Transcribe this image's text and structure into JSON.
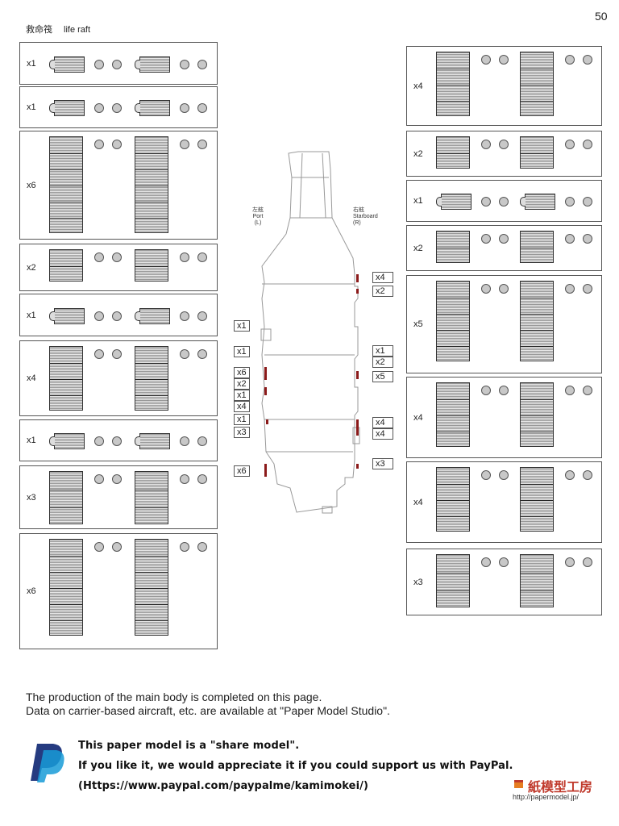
{
  "page_number": "50",
  "header": {
    "jp": "救命筏",
    "en": "life raft"
  },
  "left_column": [
    {
      "qty": "x1",
      "type": "single"
    },
    {
      "qty": "x1",
      "type": "single"
    },
    {
      "qty": "x6",
      "type": "stack6"
    },
    {
      "qty": "x2",
      "type": "stack2"
    },
    {
      "qty": "x1",
      "type": "single"
    },
    {
      "qty": "x4",
      "type": "stack4"
    },
    {
      "qty": "x1",
      "type": "single"
    },
    {
      "qty": "x3",
      "type": "stack3"
    },
    {
      "qty": "x6",
      "type": "stack6"
    }
  ],
  "right_column": [
    {
      "qty": "x4",
      "type": "stack4"
    },
    {
      "qty": "x2",
      "type": "stack2"
    },
    {
      "qty": "x1",
      "type": "single"
    },
    {
      "qty": "x2",
      "type": "stack2"
    },
    {
      "qty": "x5",
      "type": "stack5"
    },
    {
      "qty": "x4",
      "type": "stack4"
    },
    {
      "qty": "x4",
      "type": "stack4"
    },
    {
      "qty": "x3",
      "type": "stack3"
    }
  ],
  "diagram": {
    "port_jp": "左舷",
    "port_en": "Port",
    "port_code": "(L)",
    "starboard_jp": "右舷",
    "starboard_en": "Starboard",
    "starboard_code": "(R)",
    "port_labels": [
      "x1",
      "x1",
      "x6",
      "x2",
      "x1",
      "x4",
      "x1",
      "x3",
      "x6"
    ],
    "starboard_labels": [
      "x4",
      "x2",
      "x1",
      "x2",
      "x5",
      "x4",
      "x4",
      "x3"
    ]
  },
  "footer": {
    "line1": "The production of the main body is completed on this page.",
    "line2": "Data on carrier-based aircraft, etc. are available at \"Paper Model Studio\".",
    "paypal1": "This paper model is a \"share model\".",
    "paypal2": "If you like it, we would appreciate it if you could support us with PayPal.",
    "paypal3": "(Https://www.paypal.com/paypalme/kamimokei/)",
    "logo_text": "紙模型工房",
    "logo_url": "http://papermodel.jp/"
  },
  "colors": {
    "accent_red": "#8b1a1a",
    "paypal_dark": "#253b80",
    "paypal_light": "#179bd7",
    "logo_red": "#c0392b"
  }
}
